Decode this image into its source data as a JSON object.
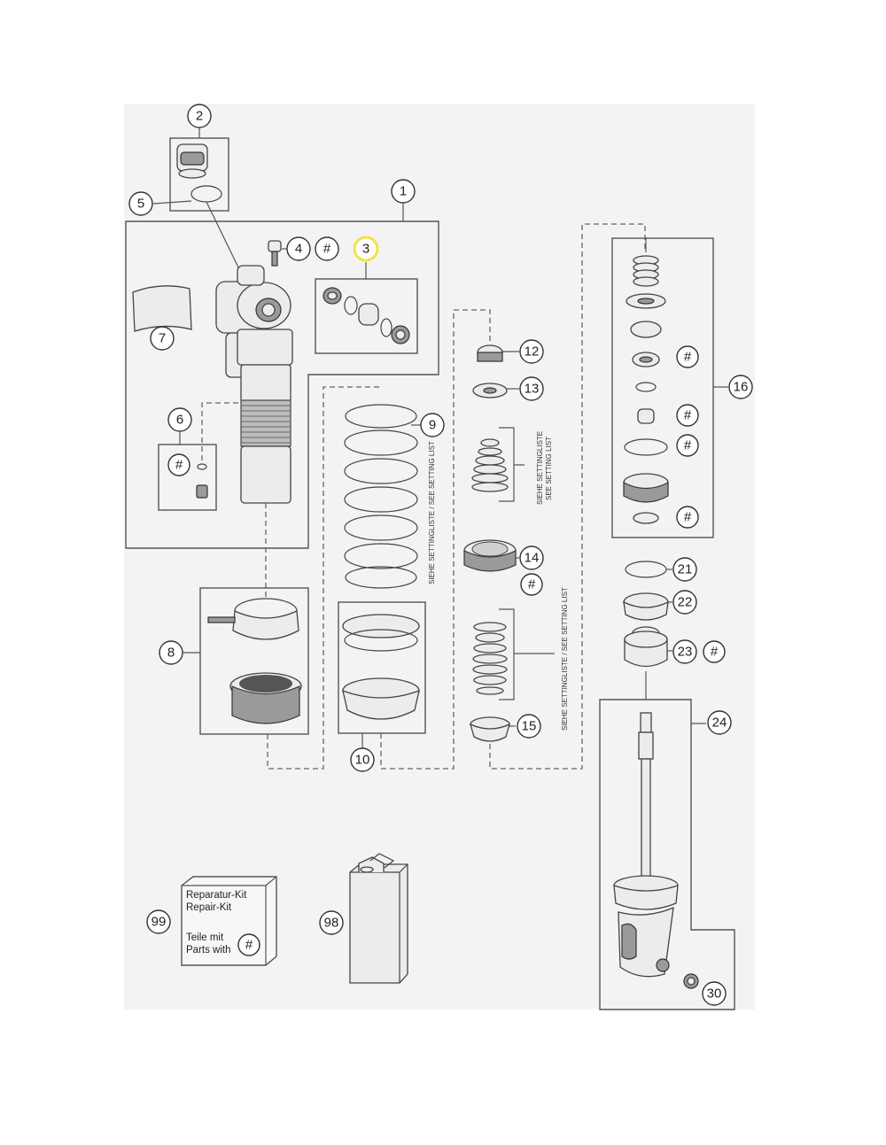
{
  "callouts": {
    "c1": "1",
    "c2": "2",
    "c3": "3",
    "c4": "4",
    "c5": "5",
    "c6": "6",
    "c7": "7",
    "c8": "8",
    "c9": "9",
    "c10": "10",
    "c12": "12",
    "c13": "13",
    "c14": "14",
    "c15": "15",
    "c16": "16",
    "c21": "21",
    "c22": "22",
    "c23": "23",
    "c24": "24",
    "c30": "30",
    "c98": "98",
    "c99": "99"
  },
  "hash_marker": "#",
  "highlight_color": "#f1e24a",
  "setting_list_label": "SIEHE SETTINGLISTE / SEE SETTING LIST",
  "setting_list_label_short_de": "SIEHE SETTINGLISTE",
  "setting_list_label_short_en": "SEE SETTING LIST",
  "repair_kit": {
    "line1": "Reparatur-Kit",
    "line2": "Repair-Kit",
    "line3": "Teile mit",
    "line4": "Parts with"
  }
}
